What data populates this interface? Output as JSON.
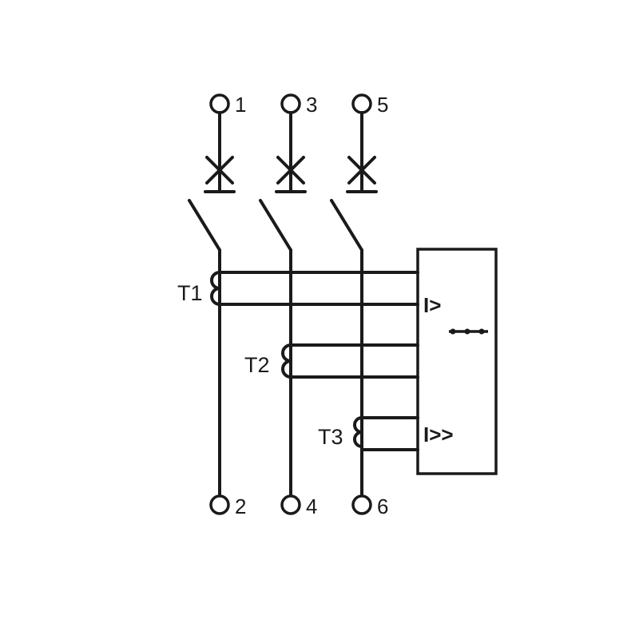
{
  "terminals_top": [
    "1",
    "3",
    "5"
  ],
  "terminals_bottom": [
    "2",
    "4",
    "6"
  ],
  "current_transformers": [
    "T1",
    "T2",
    "T3"
  ],
  "trip_unit": {
    "overload_label": "I>",
    "short_circuit_label": "I>>"
  },
  "colors": {
    "line": "#1a1a1a",
    "background": "#ffffff"
  }
}
